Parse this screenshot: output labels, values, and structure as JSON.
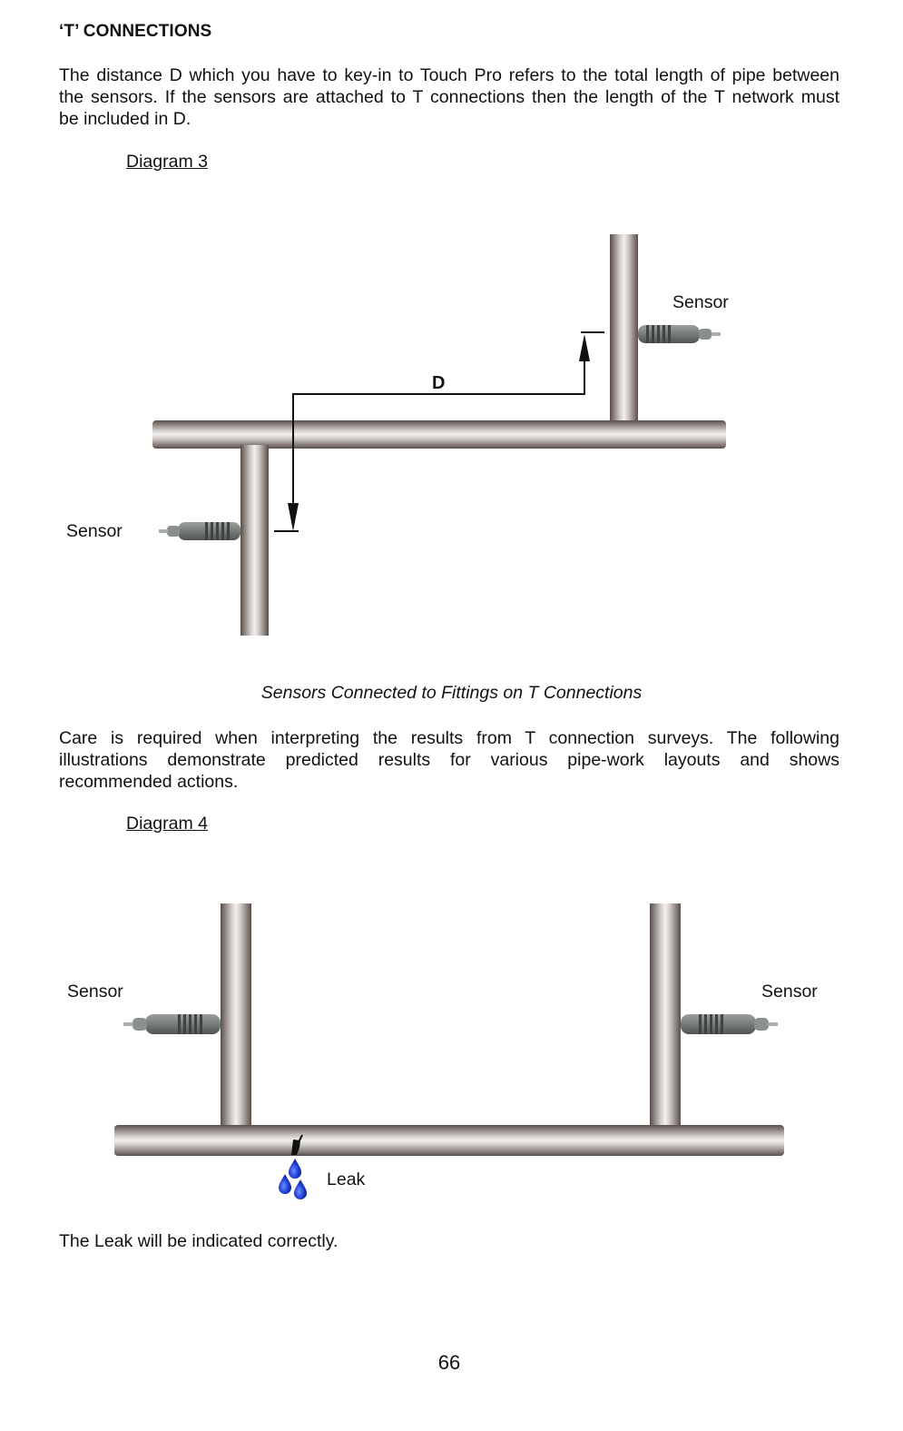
{
  "page": {
    "heading": "‘T’ CONNECTIONS",
    "intro_lines": [
      "The distance D which you have to key-in to Touch Pro refers to the total length of pipe between",
      "the sensors.  If the sensors are attached to T connections then the length of the T network must",
      "be included in D."
    ],
    "diagram3": {
      "label": "Diagram 3",
      "sensor_top": "Sensor",
      "sensor_left": "Sensor",
      "distance_label": "D",
      "caption": "Sensors Connected to Fittings on T Connections"
    },
    "care_lines": [
      "Care is required when interpreting the results from T connection surveys.  The following",
      "illustrations demonstrate predicted results for various pipe-work layouts and shows",
      "recommended actions."
    ],
    "diagram4": {
      "label": "Diagram 4",
      "sensor_left": "Sensor",
      "sensor_right": "Sensor",
      "leak_label": "Leak"
    },
    "conclusion": "The Leak will be indicated correctly.",
    "page_number": "66"
  }
}
